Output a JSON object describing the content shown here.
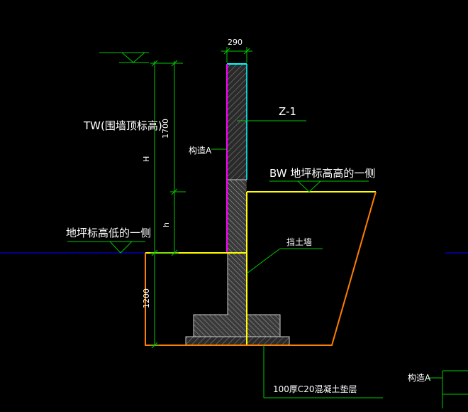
{
  "drawing": {
    "dim_top_width": "290",
    "label_tw": "TW(围墙顶标高)",
    "dim_1700": "1700",
    "dim_H": "H",
    "dim_h": "h",
    "dim_1200": "1200",
    "label_z1": "Z-1",
    "label_struct_a": "构造A",
    "label_bw": "BW 地坪标高高的一侧",
    "label_low_side": "地坪标高低的一侧",
    "label_retaining_wall": "挡土墙",
    "label_cushion": "100厚C20混凝土垫层",
    "label_struct_a_legend": "构造A"
  },
  "colors": {
    "background": "#000000",
    "line_white": "#ffffff",
    "line_yellow": "#ffff00",
    "line_orange": "#ff7f00",
    "line_magenta": "#ff00ff",
    "line_cyan": "#00ffff",
    "line_green": "#00c800",
    "line_blue": "#0000ff",
    "hatch_grey": "#9a9a9a"
  }
}
